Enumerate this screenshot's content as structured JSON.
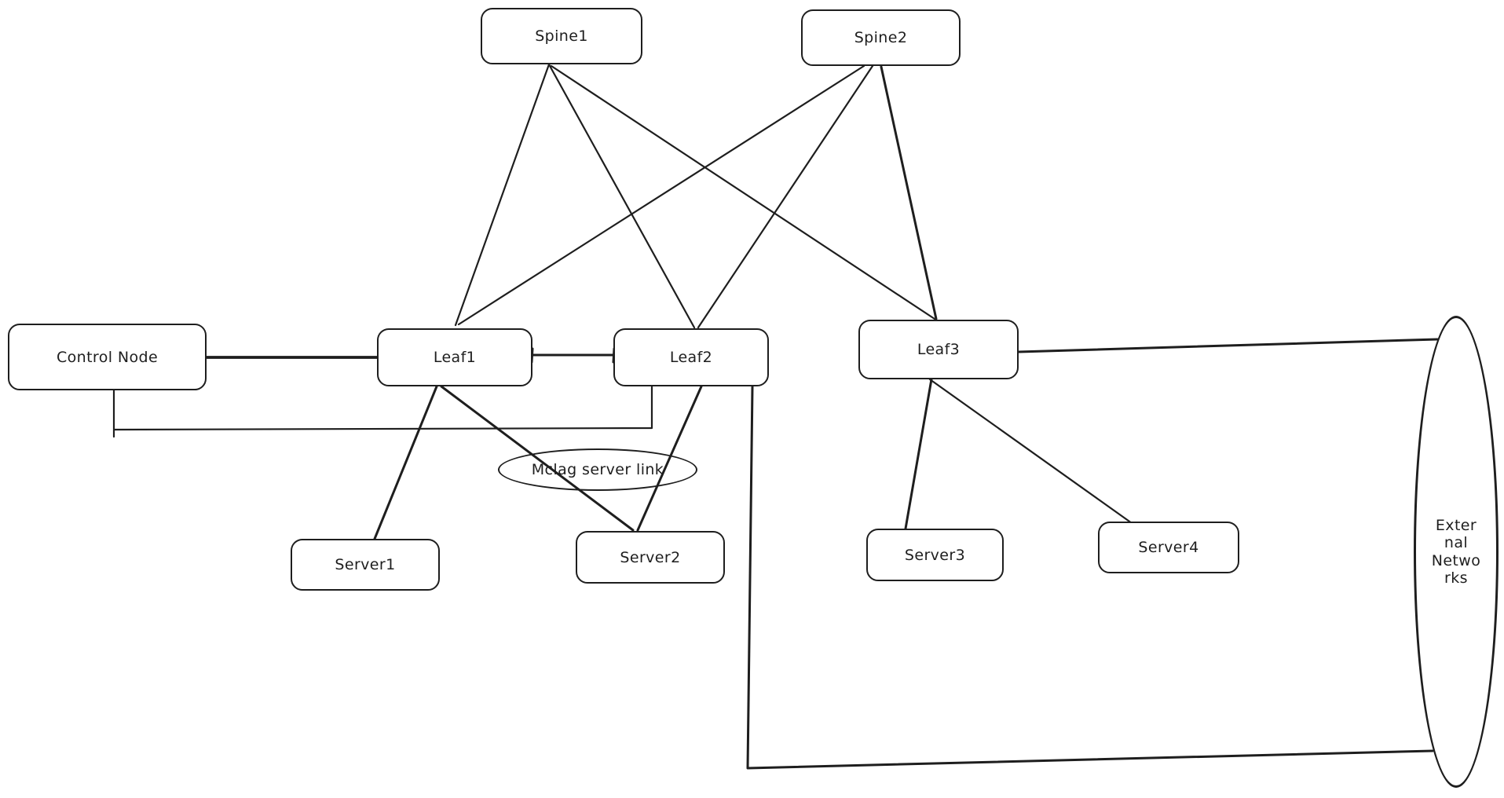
{
  "canvas": {
    "background": "#ffffff",
    "stroke_color": "#1e1e1e"
  },
  "nodes": {
    "spine1": {
      "label": "Spine1"
    },
    "spine2": {
      "label": "Spine2"
    },
    "control_node": {
      "label": "Control Node"
    },
    "leaf1": {
      "label": "Leaf1"
    },
    "leaf2": {
      "label": "Leaf2"
    },
    "leaf3": {
      "label": "Leaf3"
    },
    "server1": {
      "label": "Server1"
    },
    "server2": {
      "label": "Server2"
    },
    "server3": {
      "label": "Server3"
    },
    "server4": {
      "label": "Server4"
    },
    "mclag_label": {
      "label": "Mclag server link"
    },
    "external_networks": {
      "label": "Exter\nnal\nNetwo\nrks"
    }
  },
  "edges": [
    {
      "from": "Spine1",
      "to": "Leaf1"
    },
    {
      "from": "Spine1",
      "to": "Leaf2"
    },
    {
      "from": "Spine1",
      "to": "Leaf3"
    },
    {
      "from": "Spine2",
      "to": "Leaf1"
    },
    {
      "from": "Spine2",
      "to": "Leaf2"
    },
    {
      "from": "Spine2",
      "to": "Leaf3"
    },
    {
      "from": "Control Node",
      "to": "Leaf1"
    },
    {
      "from": "Control Node",
      "to": "Leaf2"
    },
    {
      "from": "Leaf1",
      "to": "Leaf2"
    },
    {
      "from": "Leaf1",
      "to": "Server1"
    },
    {
      "from": "Leaf1",
      "to": "Server2",
      "label": "Mclag server link"
    },
    {
      "from": "Leaf2",
      "to": "Server2",
      "label": "Mclag server link"
    },
    {
      "from": "Leaf3",
      "to": "Server3"
    },
    {
      "from": "Leaf3",
      "to": "Server4"
    },
    {
      "from": "Leaf3",
      "to": "External Networks"
    },
    {
      "from": "Leaf2",
      "to": "External Networks"
    }
  ]
}
